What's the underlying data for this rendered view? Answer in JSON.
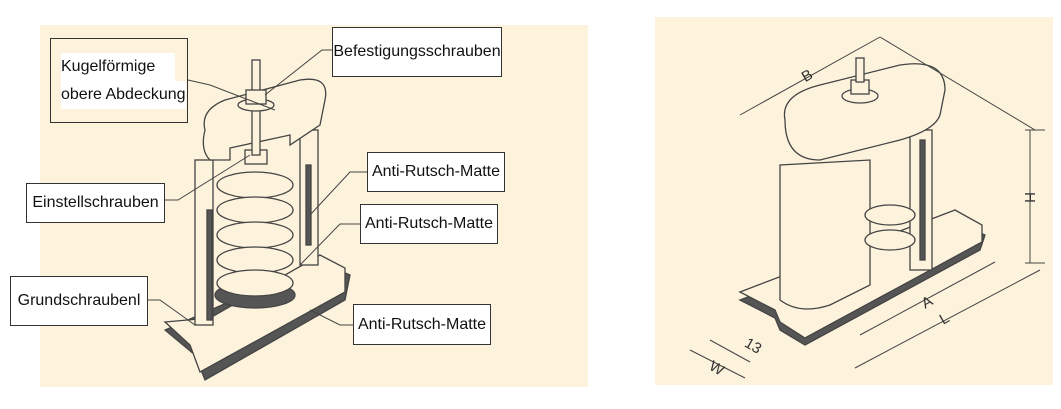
{
  "left_diagram": {
    "labels": {
      "top_cover_line1": "Kugelförmige",
      "top_cover_line2": "obere Abdeckung",
      "fixing_screws": "Befestigungsschrauben",
      "adjusting_screws": "Einstellschrauben",
      "anti_slip_mat_1": "Anti-Rutsch-Matte",
      "anti_slip_mat_2": "Anti-Rutsch-Matte",
      "base_bolt_hole": "Grundschraubenl",
      "anti_slip_mat_3": "Anti-Rutsch-Matte"
    }
  },
  "right_diagram": {
    "dimensions": {
      "b": "B",
      "h": "H",
      "a": "A",
      "l": "L",
      "w": "W",
      "slot": "13"
    }
  },
  "colors": {
    "panel": "#fdf3dc",
    "line": "#444444",
    "mat": "#555555"
  }
}
